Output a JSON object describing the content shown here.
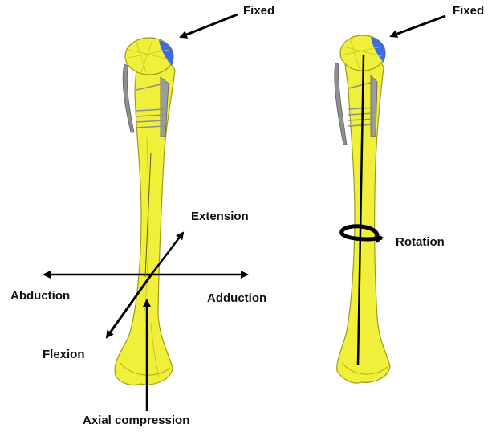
{
  "labels": {
    "fixed_left": "Fixed",
    "fixed_right": "Fixed",
    "extension": "Extension",
    "abduction": "Abduction",
    "adduction": "Adduction",
    "flexion": "Flexion",
    "axial_compression": "Axial compression",
    "rotation": "Rotation"
  },
  "colors": {
    "bone": "#f0ef3a",
    "bone_outline": "#9d9c1a",
    "head_cap": "#3d6be0",
    "plate": "#8d8f93",
    "arrow": "#000000"
  }
}
